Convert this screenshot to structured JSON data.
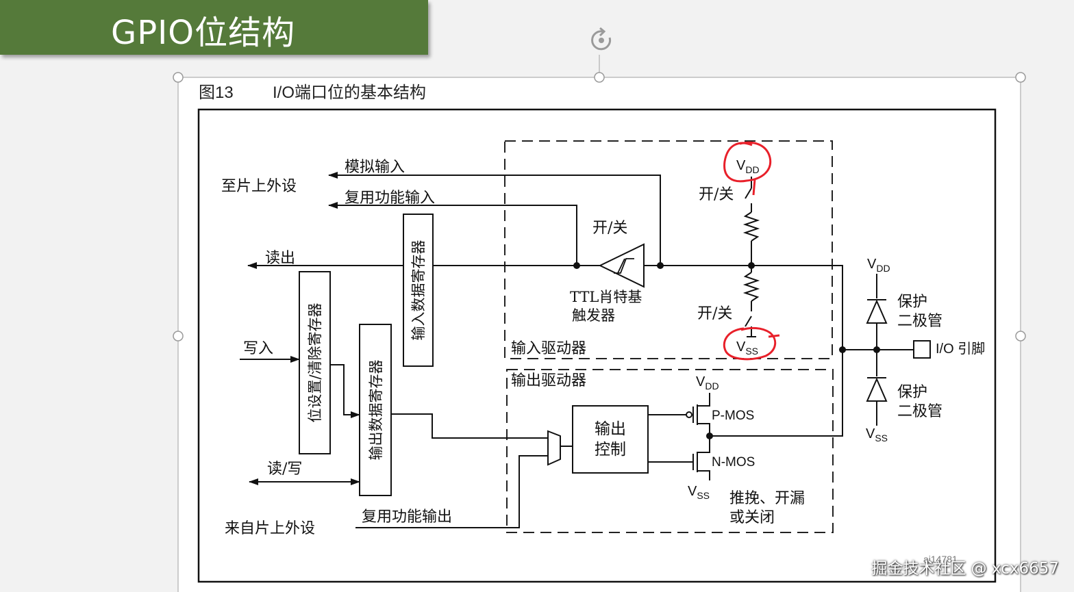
{
  "slide": {
    "title": "GPIO位结构"
  },
  "figure": {
    "number": "图13",
    "caption": "I/O端口位的基本结构",
    "code": "ai14781"
  },
  "labels": {
    "to_peripheral": "至片上外设",
    "analog_input": "模拟输入",
    "alt_func_input": "复用功能输入",
    "read_out": "读出",
    "input_data_register": "输入数据寄存器",
    "on_off_top": "开/关",
    "on_off_schmitt": "开/关",
    "on_off_bottom": "开/关",
    "schmitt_line1": "TTL肖特基",
    "schmitt_line2": "触发器",
    "input_driver": "输入驱动器",
    "output_driver": "输出驱动器",
    "write_in": "写入",
    "bsrr": "位设置/清除寄存器",
    "output_data_register": "输出数据寄存器",
    "read_write": "读/写",
    "from_peripheral": "来自片上外设",
    "alt_func_output": "复用功能输出",
    "output_control_line1": "输出",
    "output_control_line2": "控制",
    "pmos": "P-MOS",
    "nmos": "N-MOS",
    "mode_line1": "推挽、开漏",
    "mode_line2": "或关闭",
    "protect_top_line1": "保护",
    "protect_top_line2": "二极管",
    "protect_bottom_line1": "保护",
    "protect_bottom_line2": "二极管",
    "io_pin": "I/O 引脚"
  },
  "power": {
    "vdd_main": "V",
    "vdd_sub": "DD",
    "vss_main": "V",
    "vss_sub": "SS"
  },
  "colors": {
    "banner": "#557a3a",
    "annotation": "#e8202a"
  },
  "watermark": "掘金技术社区 @ xcx6657"
}
